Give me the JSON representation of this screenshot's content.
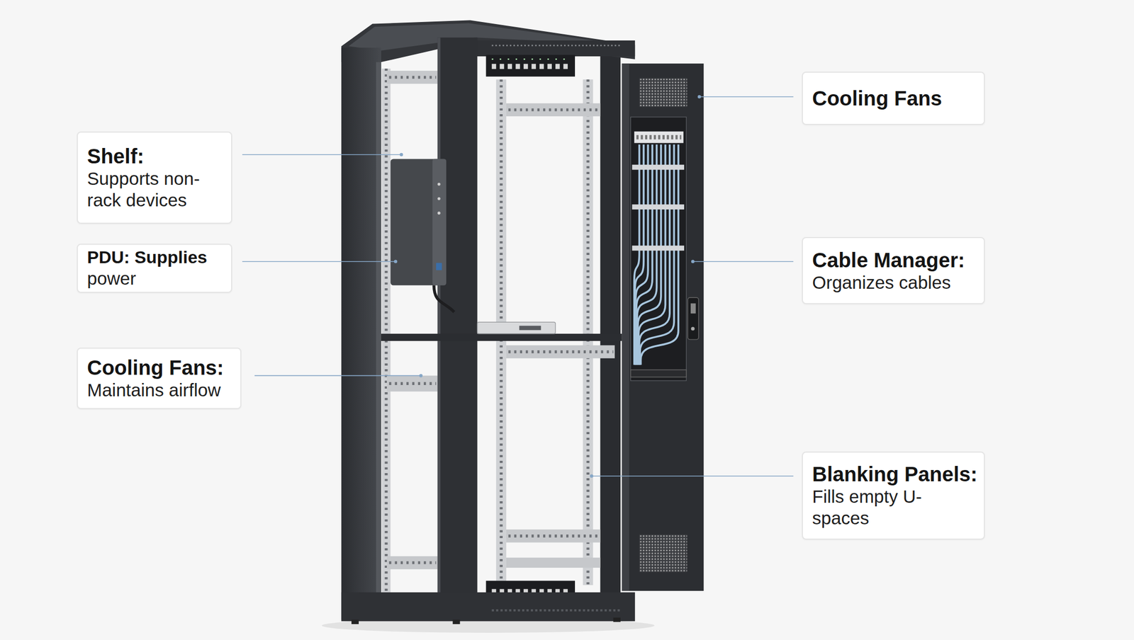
{
  "diagram": {
    "nodes": [
      {
        "text": [
          "Shelf:",
          "Supports non- rack devices"
        ]
      },
      {
        "text": [
          "PDU: Supplies",
          "power"
        ]
      },
      {
        "text": [
          "Cooling Fans:",
          "Maintains airflow"
        ]
      },
      {
        "text": [
          "Cooling Fans"
        ]
      },
      {
        "text": [
          "Cable Manager:",
          "Organizes cables"
        ]
      },
      {
        "text": [
          "Blanking Panels:",
          "Fills empty U- spaces"
        ]
      }
    ]
  }
}
